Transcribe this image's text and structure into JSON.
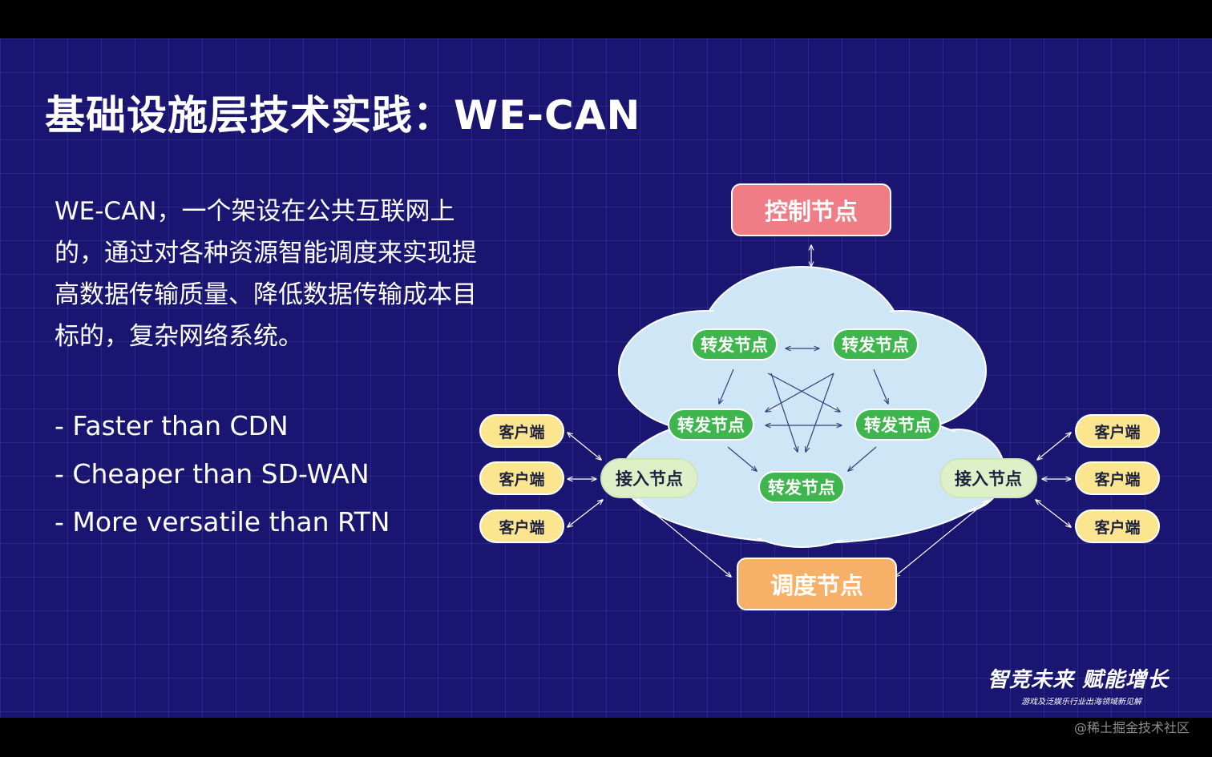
{
  "title": "基础设施层技术实践：WE-CAN",
  "description": "WE-CAN，一个架设在公共互联网上的，通过对各种资源智能调度来实现提高数据传输质量、降低数据传输成本目标的，复杂网络系统。",
  "bullets": [
    "- Faster than CDN",
    "- Cheaper than SD-WAN",
    "- More versatile than RTN"
  ],
  "diagram": {
    "control_node": "控制节点",
    "schedule_node": "调度节点",
    "relay_nodes": [
      "转发节点",
      "转发节点",
      "转发节点",
      "转发节点",
      "转发节点"
    ],
    "access_nodes": [
      "接入节点",
      "接入节点"
    ],
    "clients_left": [
      "客户端",
      "客户端",
      "客户端"
    ],
    "clients_right": [
      "客户端",
      "客户端",
      "客户端"
    ]
  },
  "logo": {
    "main": "智竞未来 赋能增长",
    "sub": "游戏及泛娱乐行业出海领域新见解"
  },
  "watermark": "@稀土掘金技术社区",
  "colors": {
    "background": "#1a1570",
    "control": "#f07c86",
    "schedule": "#f6b068",
    "relay": "#3fb54d",
    "access": "#ddf0c8",
    "client": "#fbe68f",
    "cloud": "#cfe6f7"
  }
}
